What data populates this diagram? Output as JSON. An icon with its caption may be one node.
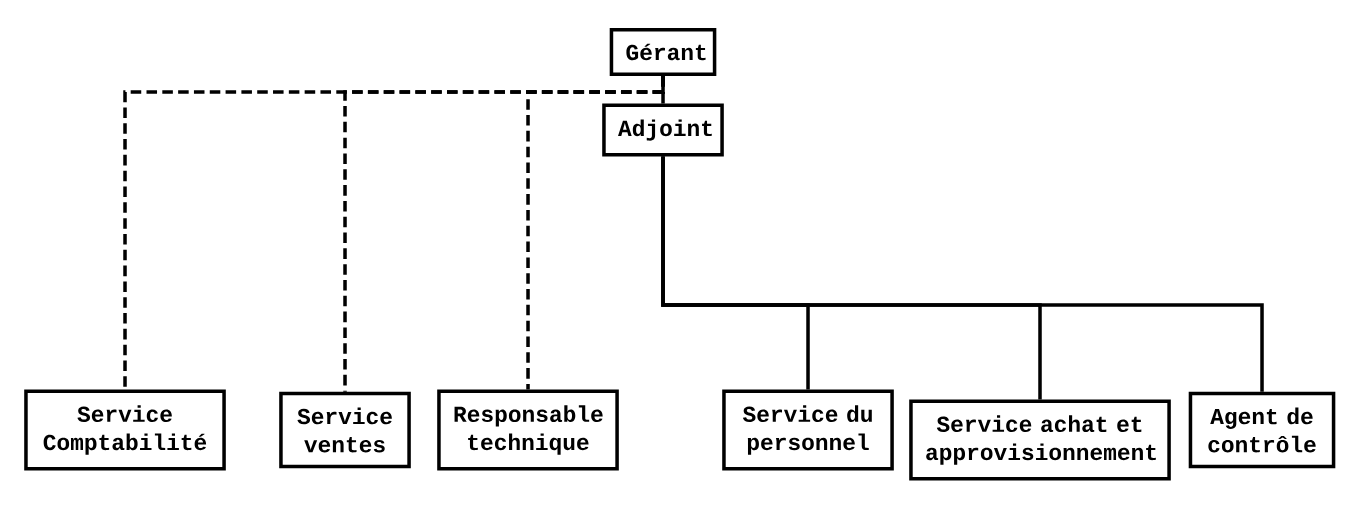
{
  "diagram": {
    "nodes": [
      {
        "text": [
          "Gérant"
        ]
      },
      {
        "text": [
          "Adjoint"
        ]
      },
      {
        "text": [
          "Service Comptabilité"
        ]
      },
      {
        "text": [
          "Service ventes"
        ]
      },
      {
        "text": [
          "Responsable technique"
        ]
      },
      {
        "text": [
          "Service du personnel"
        ]
      },
      {
        "text": [
          "Service achat et approvisionnement"
        ]
      },
      {
        "text": [
          "Agent de contrôle"
        ]
      }
    ],
    "edges": [
      {
        "from": 0,
        "to": 2,
        "arrow": "none",
        "style": "dashed"
      },
      {
        "from": 0,
        "to": 3,
        "arrow": "none",
        "style": "dashed"
      },
      {
        "from": 0,
        "to": 4,
        "arrow": "none",
        "style": "dashed"
      },
      {
        "from": 0,
        "to": 1,
        "arrow": "none"
      },
      {
        "from": 1,
        "to": 5,
        "arrow": "none"
      },
      {
        "from": 1,
        "to": 6,
        "arrow": "none"
      },
      {
        "from": 1,
        "to": 7,
        "arrow": "none"
      }
    ]
  }
}
